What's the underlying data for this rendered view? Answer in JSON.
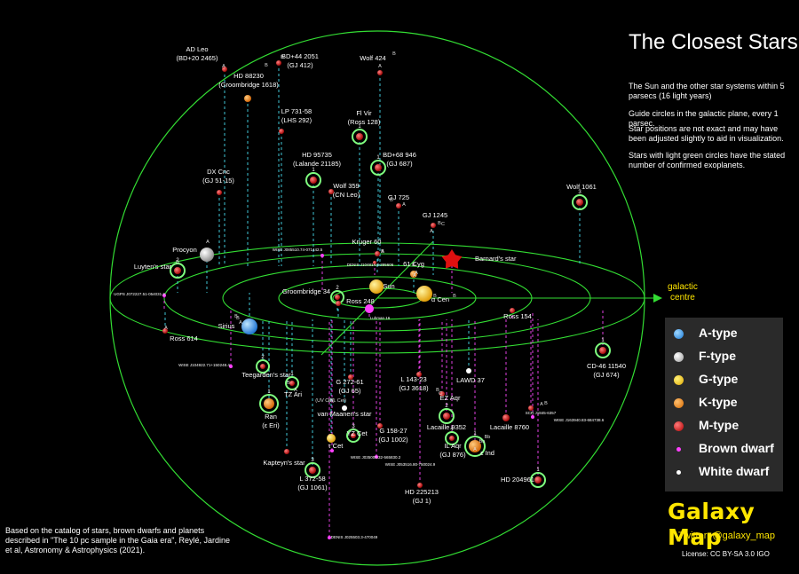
{
  "title": "The Closest Stars",
  "info": [
    "The Sun and the other star systems within 5 parsecs (16 light years)",
    "Guide circles in the galactic plane, every 1 parsec.",
    "Star positions are not exact and may have been adjusted slightly to aid in visualization.",
    "Stars with light green circles have the stated number of confirmed exoplanets."
  ],
  "galactic_centre_label": [
    "galactic",
    "centre"
  ],
  "legend": [
    {
      "label": "A-type",
      "color": "#3aa6ff"
    },
    {
      "label": "F-type",
      "color": "#d8d8d8"
    },
    {
      "label": "G-type",
      "color": "#ffd400"
    },
    {
      "label": "K-type",
      "color": "#ff8c00"
    },
    {
      "label": "M-type",
      "color": "#e01010"
    },
    {
      "label": "Brown dwarf",
      "color": "#ff40ff"
    },
    {
      "label": "White dwarf",
      "color": "#ffffff"
    }
  ],
  "brand": "Galaxy Map",
  "twitter": "Twitter: @galaxy_map",
  "license": "License: CC BY-SA 3.0 IGO",
  "credit": "Based on the catalog of stars, brown dwarfs and planets described in \"The 10 pc sample in the Gaia era\", Reylé, Jardine et al, Astronomy & Astrophysics (2021).",
  "colors": {
    "guide": "#33dd33",
    "stem_cyan": "#3fc6d6",
    "stem_magenta": "#e040e0",
    "label_yellow": "#ffe600"
  },
  "stars": [
    {
      "id": "ad-leo",
      "label": [
        "AD Leo",
        "(BD+20 2465)"
      ],
      "type": "M",
      "planets": 0
    },
    {
      "id": "bd44",
      "label": [
        "BD+44 2051",
        "(GJ 412)"
      ],
      "type": "M",
      "planets": 0
    },
    {
      "id": "wolf424",
      "label": [
        "Wolf 424"
      ],
      "type": "M",
      "planets": 0
    },
    {
      "id": "hd88230",
      "label": [
        "HD 88230",
        "(Groombridge 1618)"
      ],
      "type": "K",
      "planets": 0
    },
    {
      "id": "lp731",
      "label": [
        "LP 731-58",
        "(LHS 292)"
      ],
      "type": "M",
      "planets": 0
    },
    {
      "id": "flvir",
      "label": [
        "Fl Vir",
        "(Ross 128)"
      ],
      "type": "M",
      "planets": 1
    },
    {
      "id": "hd95735",
      "label": [
        "HD 95735",
        "(Lalande 21185)"
      ],
      "type": "M",
      "planets": 1
    },
    {
      "id": "bd68",
      "label": [
        "BD+68 946",
        "(GJ 687)"
      ],
      "type": "M",
      "planets": 1
    },
    {
      "id": "dxcnc",
      "label": [
        "DX Cnc",
        "(GJ 51-15)"
      ],
      "type": "M",
      "planets": 0
    },
    {
      "id": "wolf359",
      "label": [
        "Wolf 359",
        "(CN Leo)"
      ],
      "type": "M",
      "planets": 0
    },
    {
      "id": "gj725",
      "label": [
        "GJ 725"
      ],
      "type": "M",
      "planets": 0
    },
    {
      "id": "wolf1061",
      "label": [
        "Wolf 1061"
      ],
      "type": "M",
      "planets": 3
    },
    {
      "id": "gj1245",
      "label": [
        "GJ 1245"
      ],
      "type": "M",
      "planets": 0
    },
    {
      "id": "procyon",
      "label": [
        "Procyon"
      ],
      "type": "F",
      "planets": 0
    },
    {
      "id": "luytens",
      "label": [
        "Luyten's star"
      ],
      "type": "M",
      "planets": 2
    },
    {
      "id": "wise0855",
      "label": [
        "WISE J085510.74-071442.5"
      ],
      "type": "BD",
      "planets": 0
    },
    {
      "id": "kruger60",
      "label": [
        "Kruger 60"
      ],
      "type": "M",
      "planets": 0
    },
    {
      "id": "denis1048",
      "label": [
        "DENIS J104814.6-395606"
      ],
      "type": "M",
      "planets": 0
    },
    {
      "id": "barnard",
      "label": [
        "Barnard's star"
      ],
      "type": "M",
      "planets": 0
    },
    {
      "id": "61cyg",
      "label": [
        "61 Cyg"
      ],
      "type": "K",
      "planets": 0
    },
    {
      "id": "ugps0722",
      "label": [
        "UGPS J072227.51-054031.2"
      ],
      "type": "BD",
      "planets": 0
    },
    {
      "id": "groom34",
      "label": [
        "Groombridge 34"
      ],
      "type": "M",
      "planets": 2
    },
    {
      "id": "sun",
      "label": [
        "Sun"
      ],
      "type": "G",
      "planets": 0
    },
    {
      "id": "acen",
      "label": [
        "α Cen"
      ],
      "type": "G",
      "planets": 0
    },
    {
      "id": "ross248",
      "label": [
        "Ross 248"
      ],
      "type": "M",
      "planets": 0
    },
    {
      "id": "luhman16",
      "label": [
        "Luhman 16"
      ],
      "type": "BD",
      "planets": 0
    },
    {
      "id": "ross154",
      "label": [
        "Ross 154"
      ],
      "type": "M",
      "planets": 0
    },
    {
      "id": "sirius",
      "label": [
        "Sirius"
      ],
      "type": "A",
      "planets": 0
    },
    {
      "id": "ross614",
      "label": [
        "Ross 614"
      ],
      "type": "M",
      "planets": 0
    },
    {
      "id": "wise1049",
      "label": [
        "WISE J104922.71+150248.4"
      ],
      "type": "BD",
      "planets": 0
    },
    {
      "id": "cd46",
      "label": [
        "CD-46 11540",
        "(GJ 674)"
      ],
      "type": "M",
      "planets": 1
    },
    {
      "id": "teegarden",
      "label": [
        "Teegarden's star"
      ],
      "type": "M",
      "planets": 2
    },
    {
      "id": "l143",
      "label": [
        "L 143-23",
        "(GJ 3618)"
      ],
      "type": "M",
      "planets": 0
    },
    {
      "id": "lawd37",
      "label": [
        "LAWD 37"
      ],
      "type": "WD",
      "planets": 0
    },
    {
      "id": "gj272",
      "label": [
        "G 272-61",
        "(GJ 65)"
      ],
      "type": "M",
      "planets": 0
    },
    {
      "id": "tzari",
      "label": [
        "TZ Ari"
      ],
      "type": "M",
      "planets": 1
    },
    {
      "id": "ezaqr",
      "label": [
        "EZ Aqr"
      ],
      "type": "M",
      "planets": 0
    },
    {
      "id": "scr1845",
      "label": [
        "SCR J1845-6357"
      ],
      "type": "M",
      "planets": 0
    },
    {
      "id": "wise1639",
      "label": [
        "WISE J163940.83-684738.6"
      ],
      "type": "BD",
      "planets": 0
    },
    {
      "id": "ran",
      "label": [
        "Ran",
        "(ε  Eri)"
      ],
      "type": "K",
      "planets": 1
    },
    {
      "id": "vanmaanen",
      "label": [
        "van Maanen's star"
      ],
      "type": "WD",
      "planets": 0
    },
    {
      "id": "lacaille9352",
      "label": [
        "Lacaille 9352"
      ],
      "type": "M",
      "planets": 2
    },
    {
      "id": "lacaille8760",
      "label": [
        "Lacaille 8760"
      ],
      "type": "M",
      "planets": 0
    },
    {
      "id": "g158",
      "label": [
        "G 158-27",
        "(GJ 1002)"
      ],
      "type": "M",
      "planets": 0
    },
    {
      "id": "yzcet",
      "label": [
        "YZ Cet"
      ],
      "type": "M",
      "planets": 3
    },
    {
      "id": "tcet",
      "label": [
        "τ Cet"
      ],
      "type": "G",
      "planets": 0
    },
    {
      "id": "ilaqr",
      "label": [
        "IL Aqr",
        "(GJ 876)"
      ],
      "type": "M",
      "planets": 4
    },
    {
      "id": "eind",
      "label": [
        "ε  Ind"
      ],
      "type": "K",
      "planets": 1
    },
    {
      "id": "wise0350",
      "label": [
        "WISE J035000.32-565830.2"
      ],
      "type": "BD",
      "planets": 0
    },
    {
      "id": "wise0535",
      "label": [
        "WISE J053516.80-750024.9"
      ],
      "type": "BD",
      "planets": 0
    },
    {
      "id": "kapteyn",
      "label": [
        "Kapteyn's star"
      ],
      "type": "M",
      "planets": 0
    },
    {
      "id": "l372",
      "label": [
        "L 372-58",
        "(GJ 1061)"
      ],
      "type": "M",
      "planets": 3
    },
    {
      "id": "hd225213",
      "label": [
        "HD 225213",
        "(GJ 1)"
      ],
      "type": "M",
      "planets": 0
    },
    {
      "id": "hd204961",
      "label": [
        "HD 204961"
      ],
      "type": "M",
      "planets": 1
    },
    {
      "id": "denis0255",
      "label": [
        "DENIS J025503.3-470049"
      ],
      "type": "BD",
      "planets": 0
    }
  ],
  "companions": [
    {
      "label": "B"
    },
    {
      "label": "A"
    },
    {
      "label": "B"
    },
    {
      "label": "B"
    },
    {
      "label": "A"
    },
    {
      "label": "B"
    },
    {
      "label": "A"
    },
    {
      "label": "A"
    },
    {
      "label": "C"
    },
    {
      "label": "B"
    },
    {
      "label": "A"
    },
    {
      "label": "B"
    },
    {
      "label": "A"
    },
    {
      "label": "B"
    },
    {
      "label": "A"
    },
    {
      "label": "A"
    },
    {
      "label": "B"
    },
    {
      "label": "B"
    },
    {
      "label": "C"
    },
    {
      "label": "B"
    },
    {
      "label": "A"
    },
    {
      "label": "B"
    },
    {
      "label": "B"
    },
    {
      "label": "A"
    },
    {
      "label": "B"
    },
    {
      "label": "Bb"
    },
    {
      "label": "Ba"
    },
    {
      "label": "A"
    },
    {
      "label": "B"
    },
    {
      "label": "A"
    },
    {
      "label": "(UV Cet)"
    },
    {
      "label": "(BL Cet)"
    },
    {
      "label": "B"
    },
    {
      "label": "A"
    }
  ]
}
